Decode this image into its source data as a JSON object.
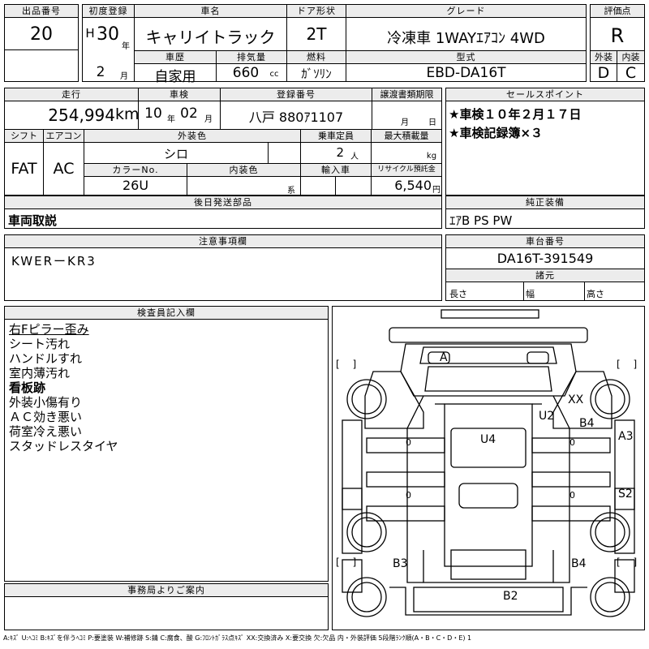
{
  "header": {
    "lot_no_label": "出品番号",
    "lot_no": "20",
    "first_reg_label": "初度登録",
    "era": "H",
    "year": "30",
    "year_unit": "年",
    "month": "2",
    "month_unit": "月",
    "car_name_label": "車名",
    "car_name": "キャリイトラック",
    "history_label": "車歴",
    "history": "自家用",
    "displacement_label": "排気量",
    "displacement": "660",
    "displacement_unit": "cc",
    "door_label": "ドア形状",
    "door": "2T",
    "fuel_label": "燃料",
    "fuel": "ｶﾞｿﾘﾝ",
    "grade_label": "グレード",
    "grade": "冷凍車 1WAYｴｱｺﾝ 4WD",
    "model_label": "型式",
    "model": "EBD-DA16T",
    "score_label": "評価点",
    "score": "R",
    "exterior_label": "外装",
    "exterior": "D",
    "interior_label": "内装",
    "interior": "C"
  },
  "row2": {
    "mileage_label": "走行",
    "mileage": "254,994",
    "mileage_unit": "km",
    "inspection_label": "車検",
    "inspection_year": "10",
    "inspection_year_unit": "年",
    "inspection_month": "02",
    "inspection_month_unit": "月",
    "plate_label": "登録番号",
    "plate": "八戸 880ｱ1107",
    "transfer_label": "譲渡書類期限",
    "transfer_month_unit": "月",
    "transfer_day_unit": "日"
  },
  "row3": {
    "shift_label": "シフト",
    "shift": "FAT",
    "ac_label": "エアコン",
    "ac": "AC",
    "color_label": "外装色",
    "color": "シロ",
    "capacity_label": "乗車定員",
    "capacity": "2",
    "capacity_unit": "人",
    "load_label": "最大積載量",
    "load_unit": "kg",
    "color_no_label": "カラーNo.",
    "color_no": "26U",
    "int_color_label": "内装色",
    "int_color_unit": "系",
    "import_label": "輸入車",
    "recycle_label": "リサイクル預託金",
    "recycle": "6,540",
    "recycle_unit": "円"
  },
  "sales": {
    "label": "セールスポイント",
    "lines": [
      "★車検１０年２月１７日",
      "★車検記録簿×３"
    ]
  },
  "later_parts": {
    "label": "後日発送部品",
    "value": "車両取説"
  },
  "equipment": {
    "label": "純正装備",
    "value": "ｴｱB PS PW"
  },
  "notes": {
    "label": "注意事項欄",
    "value": "KWERーKR3"
  },
  "chassis": {
    "label": "車台番号",
    "value": "DA16T-391549",
    "spec_label": "諸元",
    "length_label": "長さ",
    "width_label": "幅",
    "height_label": "高さ"
  },
  "inspector": {
    "label": "検査員記入欄",
    "lines": [
      "右Fピラー歪み",
      "シート汚れ",
      "ハンドルすれ",
      "室内薄汚れ",
      "看板跡",
      "外装小傷有り",
      "ＡＣ効き悪い",
      "荷室冷え悪い",
      "スタッドレスタイヤ"
    ]
  },
  "diagram": {
    "marks": {
      "a": "A",
      "xx": "XX",
      "u2": "U2",
      "b4_top": "B4",
      "a3": "A3",
      "u4": "U4",
      "s2": "S2",
      "b3": "B3",
      "b4_bottom": "B4",
      "b2": "B2"
    },
    "bracket": "[ ]",
    "zero": "0"
  },
  "office": {
    "label": "事務局よりご案内"
  },
  "legend": "A:ｷｽﾞ U:ﾍｺﾐ B:ｷｽﾞを伴うﾍｺﾐ P:要塗装 W:補修跡 S:錆 C:腐食、酸 G:ﾌﾛﾝﾄｶﾞﾗｽ点ｷｽﾞ XX:交換済み X:要交換 欠:欠品 内・外装評価 5段階ﾗﾝｸ順(A・B・C・D・E) 1"
}
